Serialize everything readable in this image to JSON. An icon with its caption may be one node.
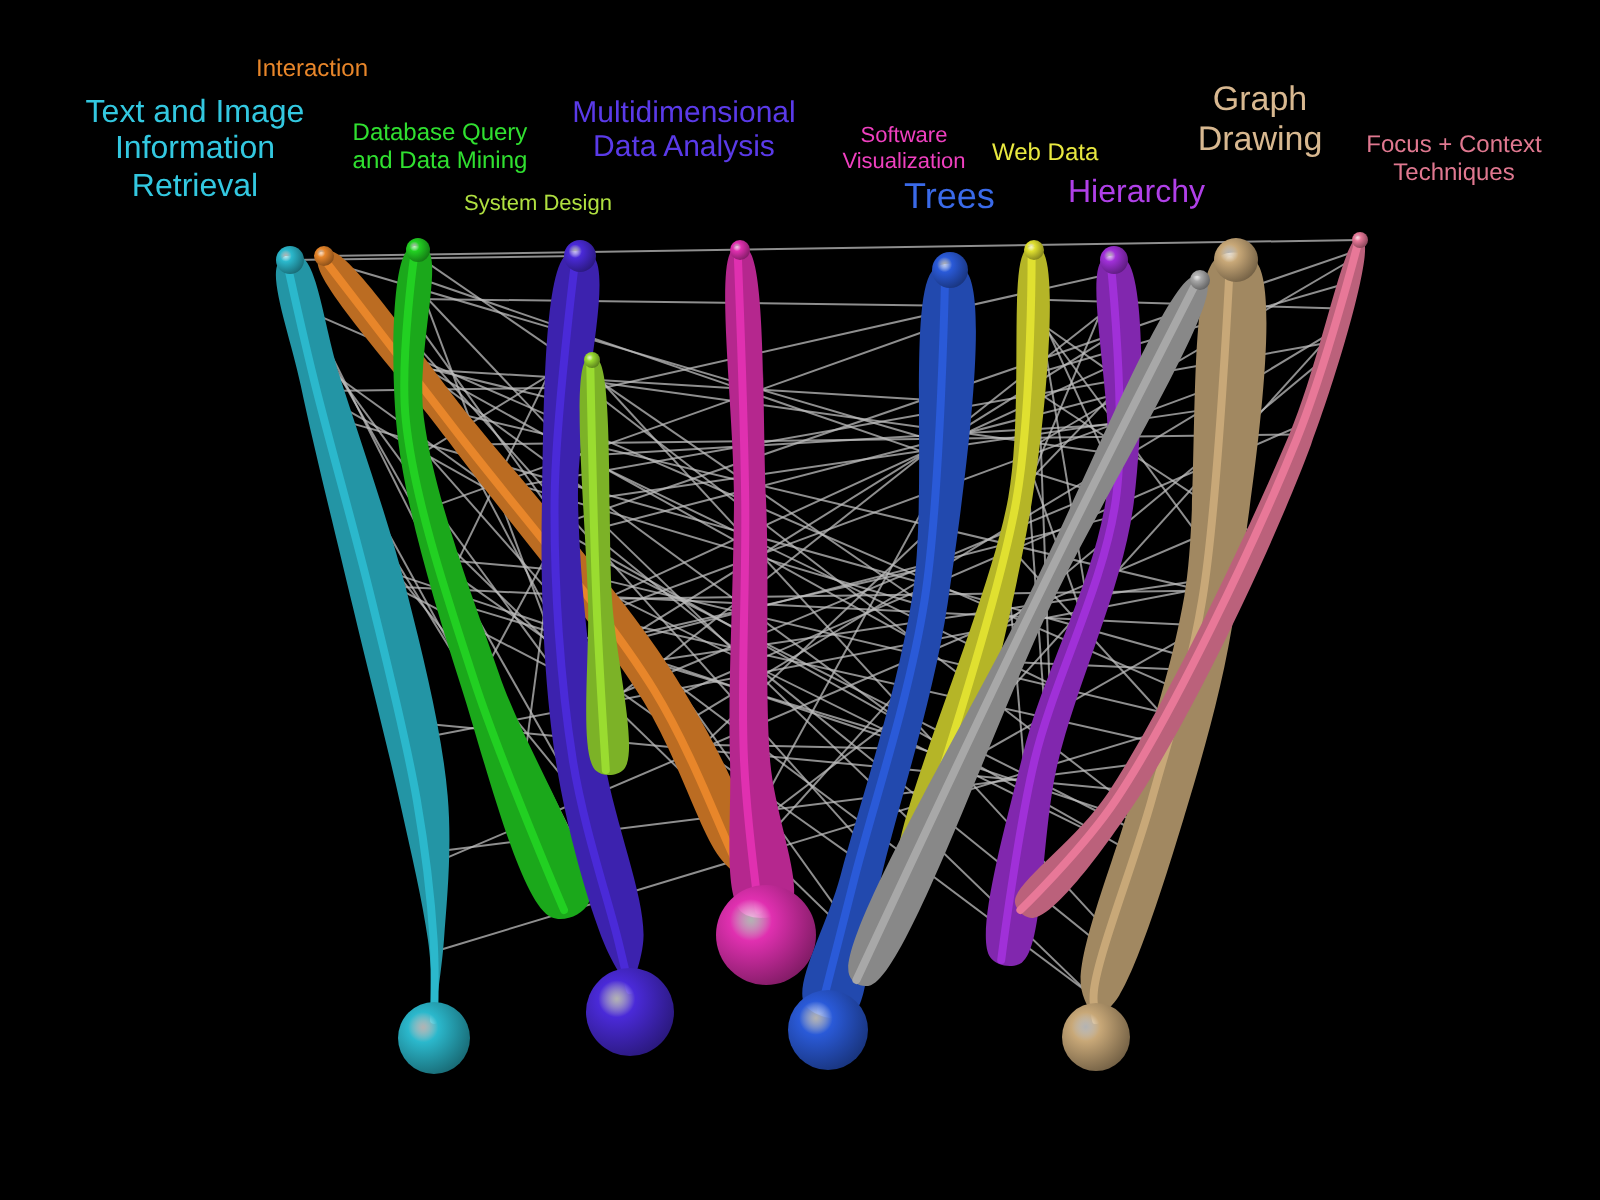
{
  "diagram": {
    "labels": [
      "Text and Image Information Retrieval",
      "Interaction",
      "Database Query and Data Mining",
      "Multidimensional Data Analysis",
      "System Design",
      "Software Visualization",
      "Trees",
      "Web Data",
      "Hierarchy",
      "Graph Drawing",
      "Focus + Context Techniques"
    ]
  }
}
